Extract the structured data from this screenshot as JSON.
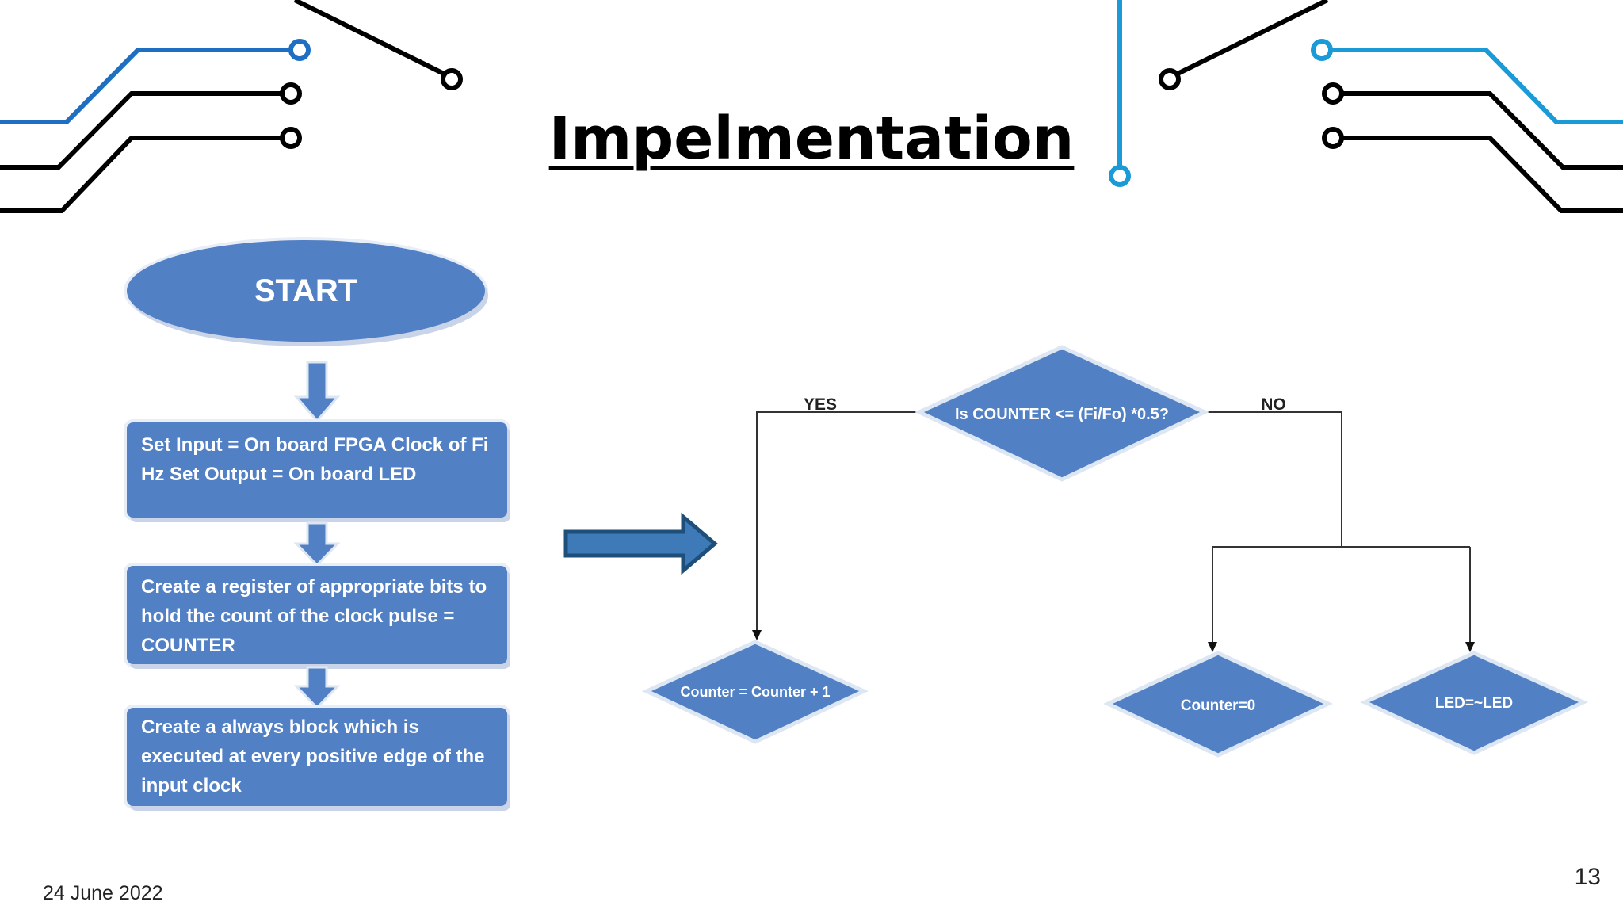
{
  "slide": {
    "title": "Impelmentation",
    "date": "24 June 2022",
    "page_number": "13"
  },
  "left_flowchart": {
    "start_label": "START",
    "steps": [
      "Set Input = On board FPGA Clock of Fi Hz Set Output = On board LED",
      "Create a register of appropriate bits to hold the count of the clock pulse = COUNTER",
      "Create a always block which is executed at every positive edge of the input clock"
    ]
  },
  "right_flowchart": {
    "decision": "Is COUNTER <= (Fi/Fo) *0.5?",
    "yes_label": "YES",
    "no_label": "NO",
    "yes_action": "Counter = Counter + 1",
    "no_actions": [
      "Counter=0",
      "LED=~LED"
    ]
  },
  "colors": {
    "shape_fill": "#5280c5",
    "circuit_blue": "#1e6fc2",
    "circuit_light_blue": "#1a9ad6",
    "circuit_black": "#000000",
    "arrow_fill": "#3e7ab8"
  }
}
